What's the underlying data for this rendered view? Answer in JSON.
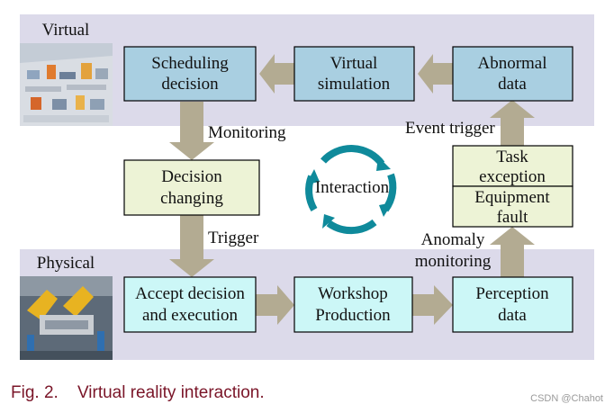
{
  "regions": {
    "virtual": "Virtual",
    "physical": "Physical"
  },
  "nodes": {
    "scheduling_decision": [
      "Scheduling",
      "decision"
    ],
    "virtual_simulation": [
      "Virtual",
      "simulation"
    ],
    "abnormal_data": [
      "Abnormal",
      "data"
    ],
    "decision_changing": [
      "Decision",
      "changing"
    ],
    "task_exception": [
      "Task",
      "exception"
    ],
    "equipment_fault": [
      "Equipment",
      "fault"
    ],
    "accept_decision": [
      "Accept decision",
      "and execution"
    ],
    "workshop_production": [
      "Workshop",
      "Production"
    ],
    "perception_data": [
      "Perception",
      "data"
    ]
  },
  "edge_labels": {
    "monitoring": "Monitoring",
    "trigger": "Trigger",
    "event_trigger": "Event trigger",
    "anomaly_monitoring": [
      "Anomaly",
      "monitoring"
    ]
  },
  "center_label": "Interaction",
  "caption": {
    "fig_number": "Fig. 2.",
    "text": "Virtual reality interaction."
  },
  "watermark": "CSDN @Chahot",
  "colors": {
    "band": "#dcdaea",
    "virtual_box": "#a9cfe1",
    "physical_box": "#ccf7f7",
    "middle_box": "#edf3d6",
    "arrow": "#b3ab92",
    "cycle_arrow": "#0f8a9b",
    "caption": "#7a1528"
  }
}
